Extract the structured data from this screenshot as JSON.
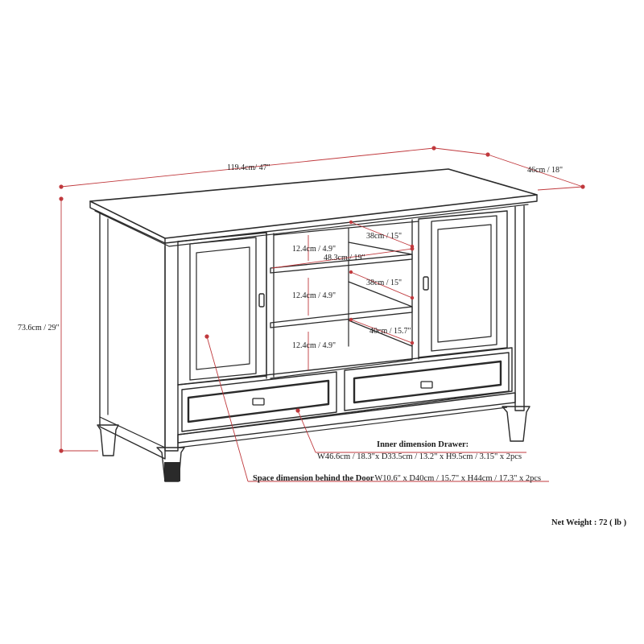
{
  "dimensions": {
    "width": "119.4cm/ 47\"",
    "depth": "46cm / 18\"",
    "height": "73.6cm / 29\"",
    "shelf_gap_top": "12.4cm / 4.9\"",
    "shelf_gap_mid": "12.4cm / 4.9\"",
    "shelf_gap_bottom": "12.4cm / 4.9\"",
    "shelf_width": "48.3cm / 19\"",
    "shelf_depth_top": "38cm / 15\"",
    "shelf_depth_mid": "38cm / 15\"",
    "shelf_depth_bottom": "40cm / 15.7\""
  },
  "notes": {
    "drawer_title": "Inner dimension Drawer:",
    "drawer_value": "W46.6cm / 18.3\"x D33.5cm / 13.2\" x H9.5cm / 3.15\" x 2pcs",
    "door_label": "Space dimension behind the Door",
    "door_value": ": W10.6\" x D40cm / 15.7\" x H44cm / 17.3\" x 2pcs",
    "net_weight": "Net Weight : 72 ( lb )"
  },
  "colors": {
    "line": "#2a2a2a",
    "dimension": "#c0393d",
    "background": "#ffffff"
  }
}
